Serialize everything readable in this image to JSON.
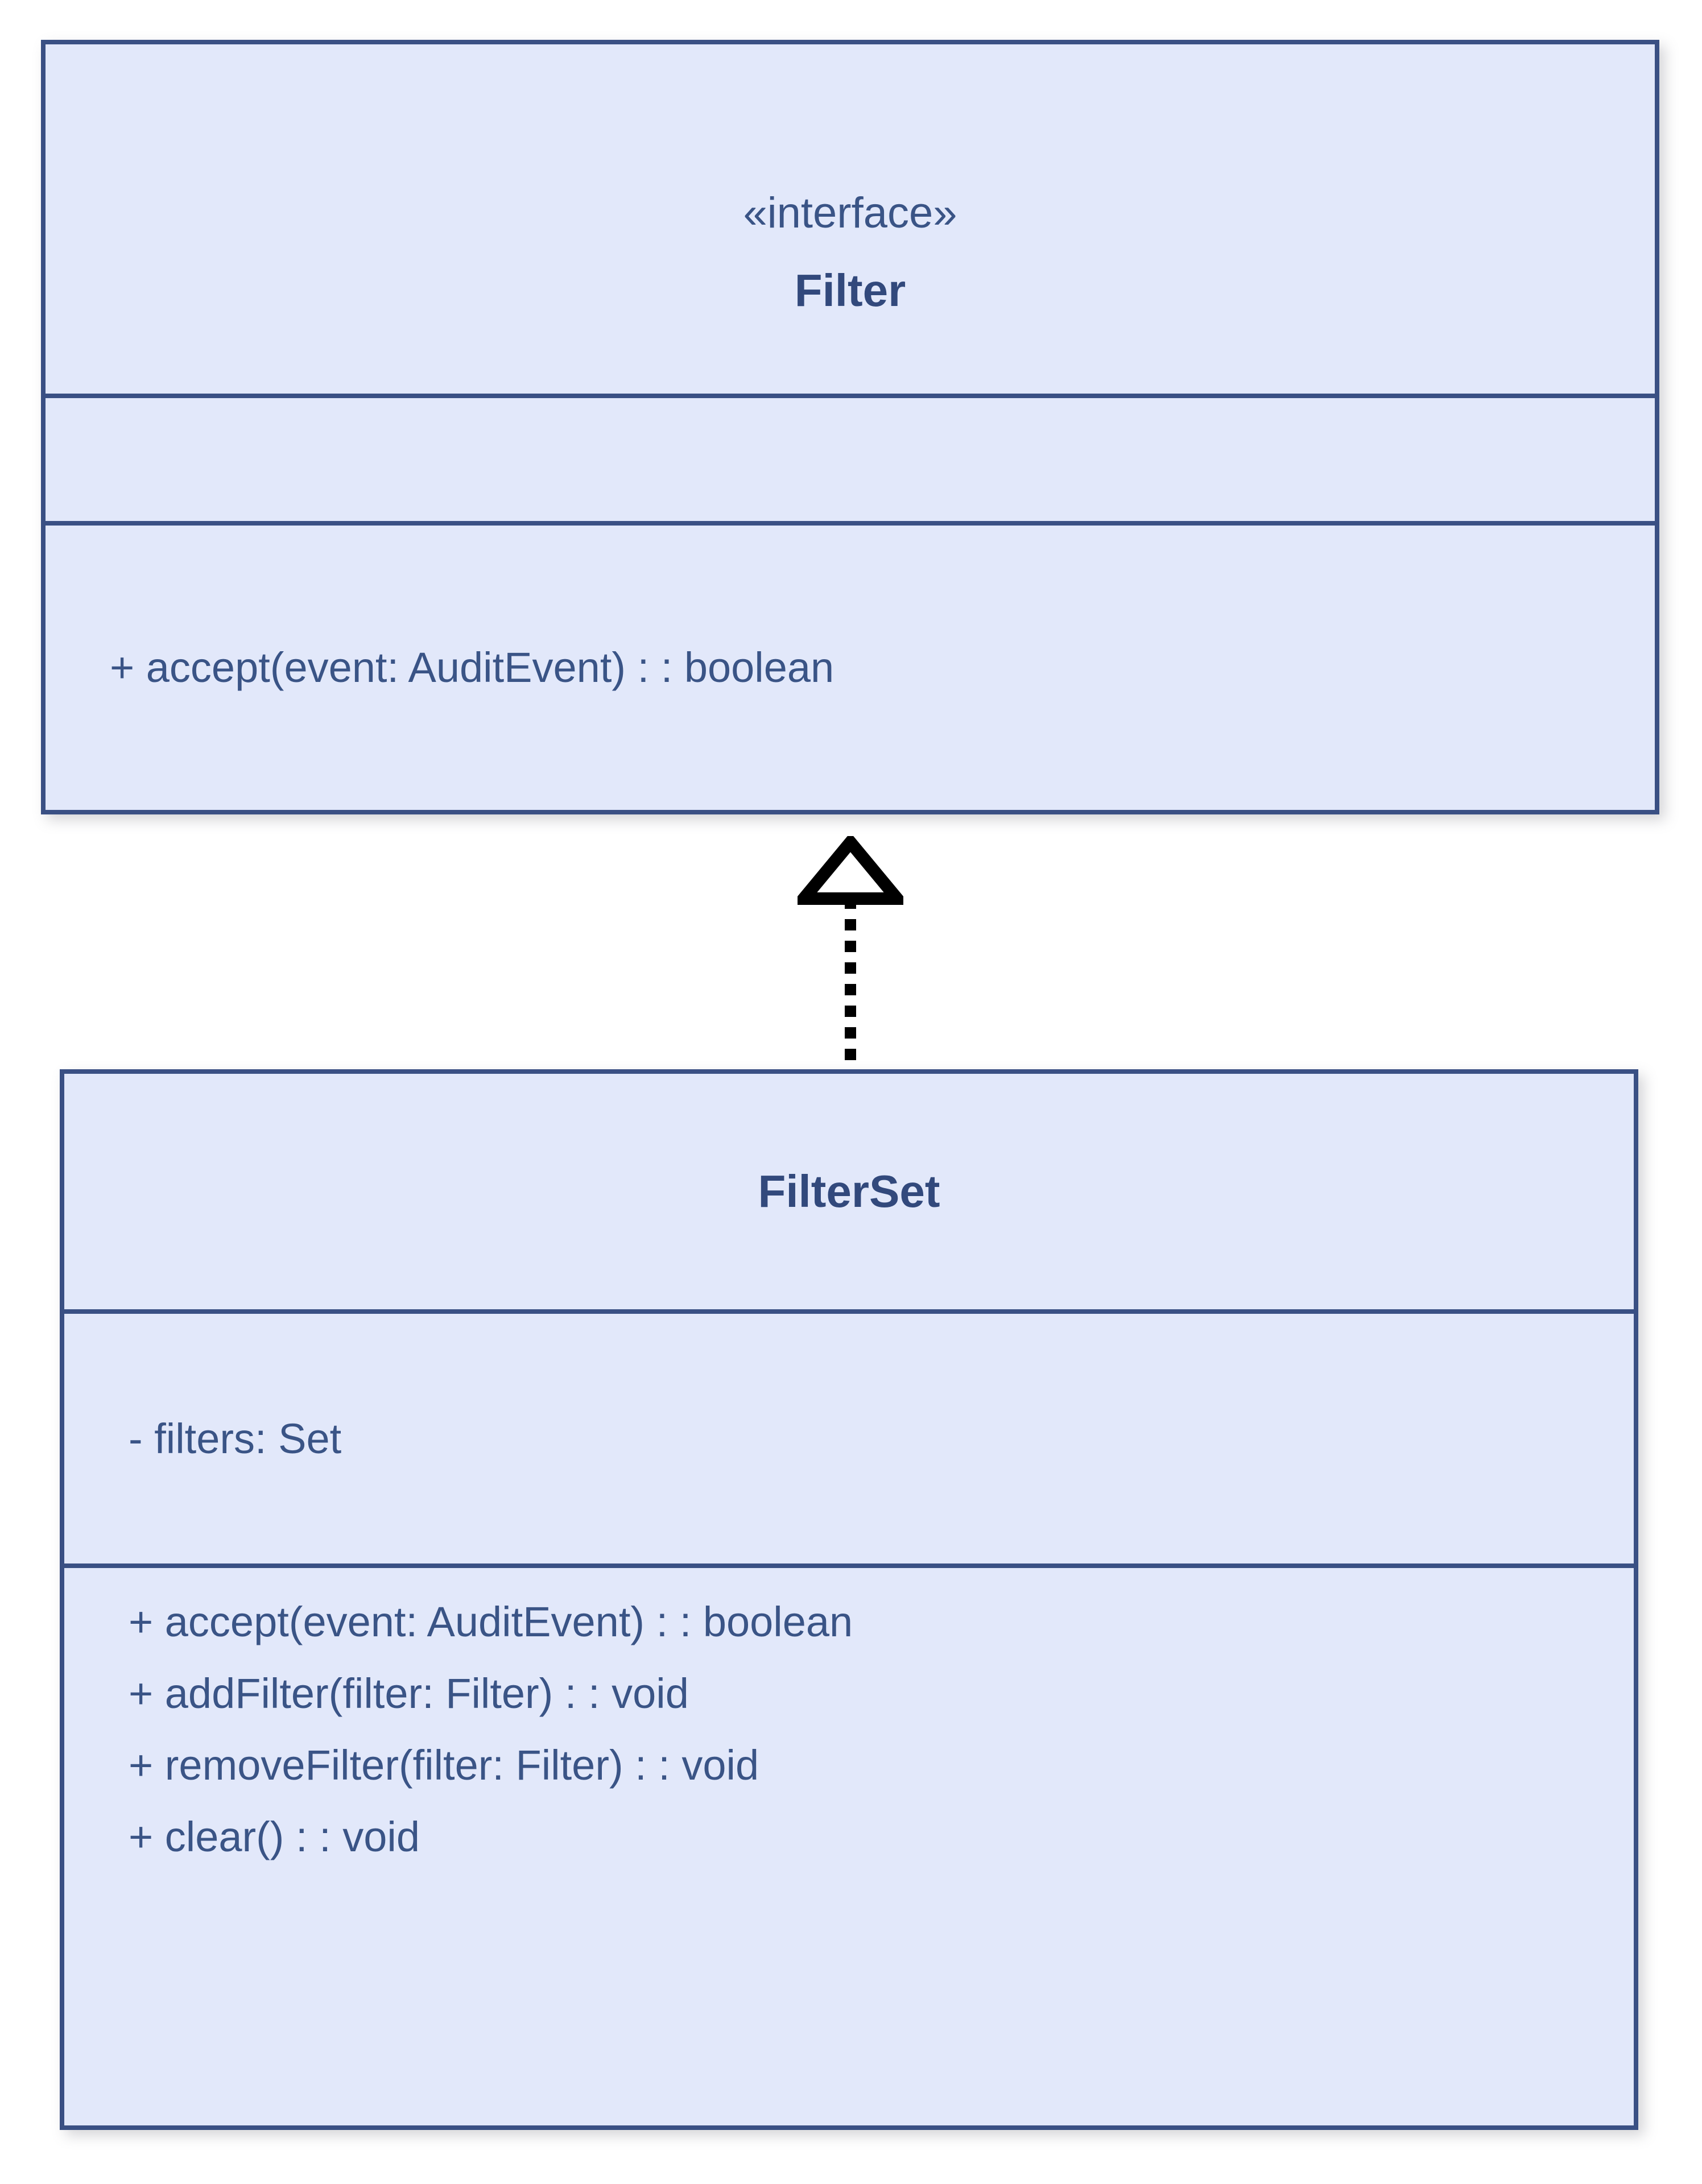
{
  "diagram": {
    "type": "uml-class-diagram",
    "background_color": "#ffffff",
    "box_fill_color": "#e2e8fa",
    "box_border_color": "#3a5084",
    "text_color": "#3a5486",
    "connector_color": "#000000"
  },
  "interface_box": {
    "stereotype": "«interface»",
    "name": "Filter",
    "attributes": [],
    "methods": [
      "+ accept(event: AuditEvent) : : boolean"
    ]
  },
  "class_box": {
    "stereotype": "",
    "name": "FilterSet",
    "attributes": [
      "- filters: Set"
    ],
    "methods": [
      "+ accept(event: AuditEvent) : : boolean",
      "+ addFilter(filter: Filter) : : void",
      "+ removeFilter(filter: Filter) : : void",
      "+ clear() : : void"
    ]
  },
  "connector": {
    "kind": "realization",
    "line_style": "dashed",
    "arrowhead": "hollow-triangle",
    "direction": "FilterSet -> Filter"
  }
}
